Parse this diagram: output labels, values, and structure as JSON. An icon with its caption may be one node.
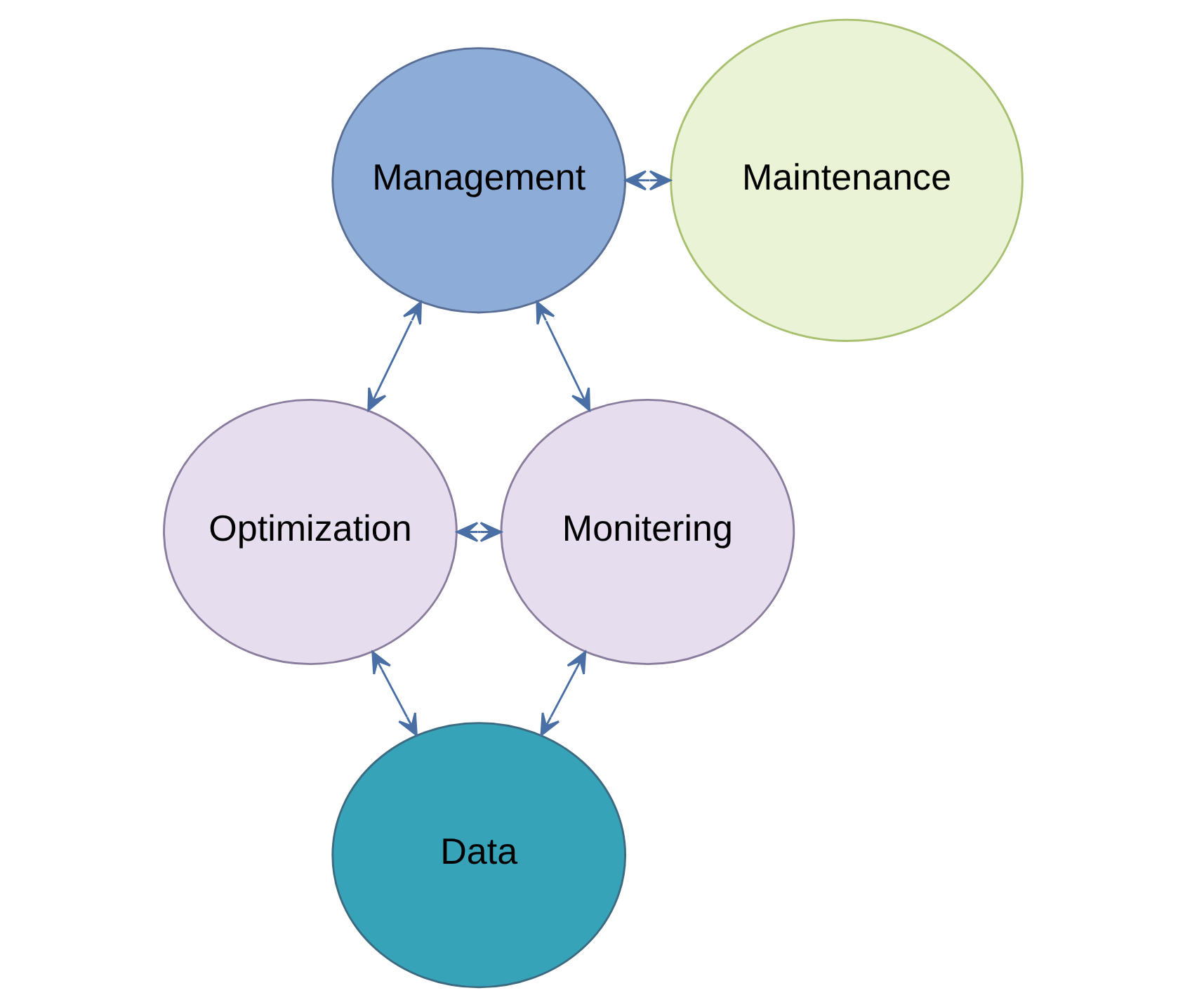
{
  "diagram": {
    "nodes": [
      {
        "text": [
          "Management"
        ]
      },
      {
        "text": [
          "Maintenance"
        ]
      },
      {
        "text": [
          "Optimization"
        ]
      },
      {
        "text": [
          "Monitering"
        ]
      },
      {
        "text": [
          "Data"
        ]
      }
    ],
    "edges": [
      {
        "from": 0,
        "to": 1,
        "arrow": "both"
      },
      {
        "from": 0,
        "to": 3,
        "arrow": "both"
      },
      {
        "from": 2,
        "to": 0,
        "arrow": "both"
      },
      {
        "from": 2,
        "to": 3,
        "arrow": "both"
      },
      {
        "from": 2,
        "to": 4,
        "arrow": "both"
      },
      {
        "from": 3,
        "to": 4,
        "arrow": "both"
      }
    ]
  }
}
